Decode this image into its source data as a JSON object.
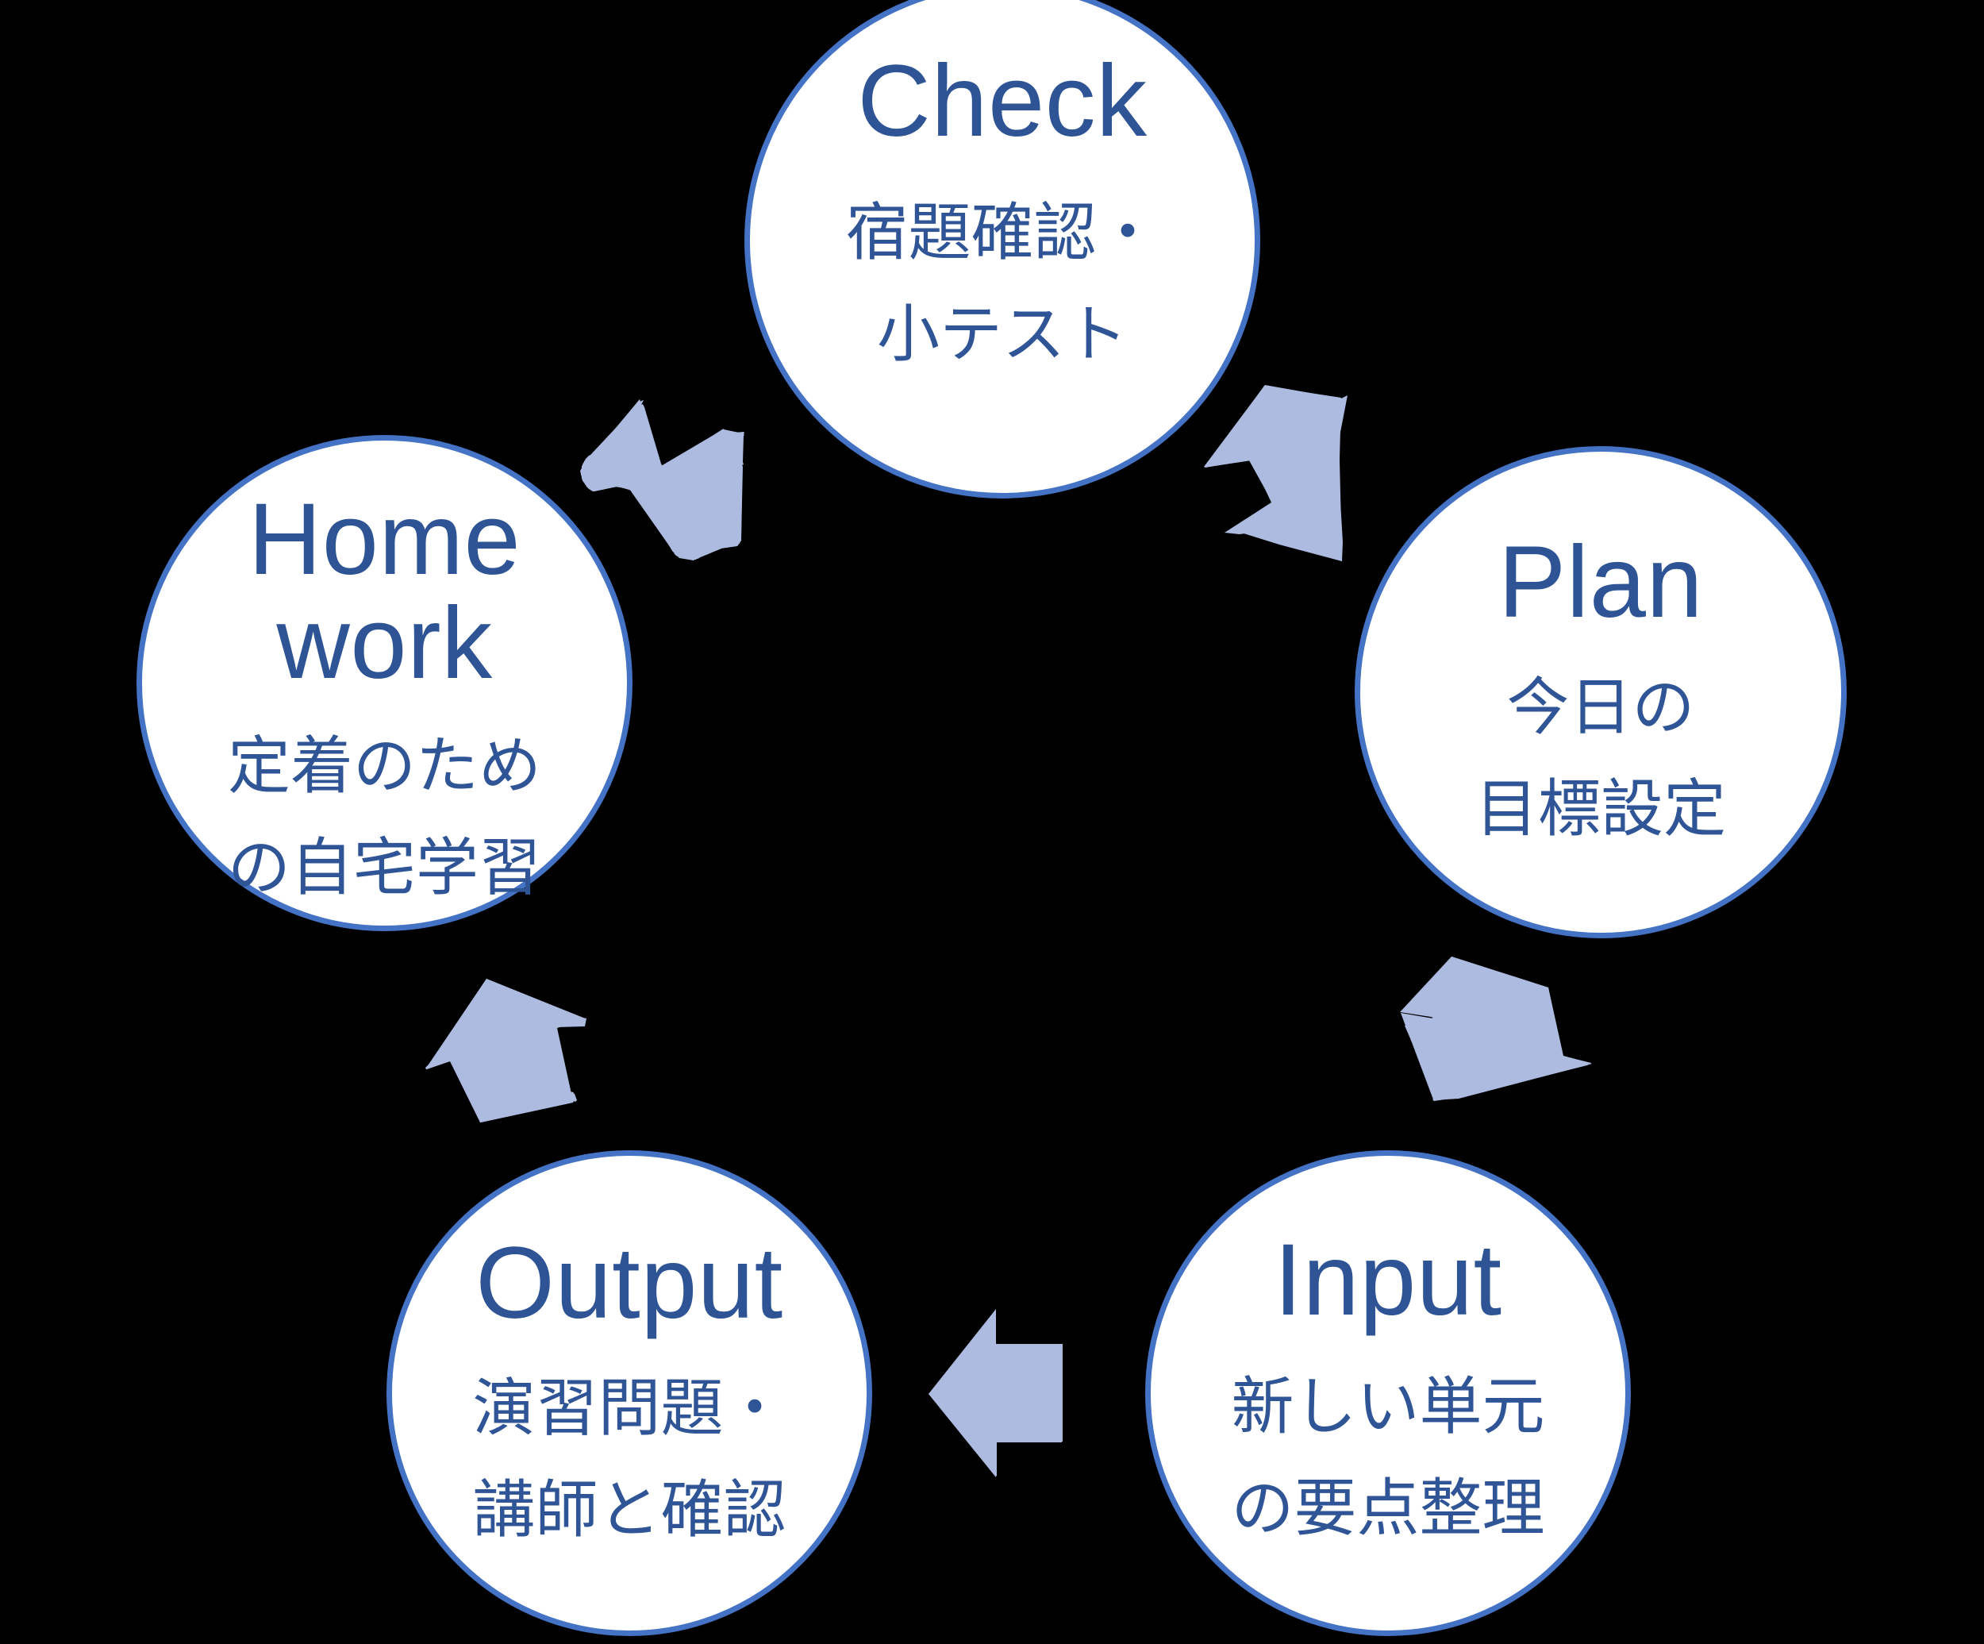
{
  "diagram": {
    "type": "cycle",
    "background_color": "#000000",
    "node_fill_color": "#ffffff",
    "node_border_color": "#4472c4",
    "title_text_color": "#2e5496",
    "subtitle_text_color": "#2f5597",
    "arrow_color": "#adbbe0",
    "direction": "clockwise",
    "nodes": [
      {
        "id": "check",
        "position": "top",
        "title": "Check",
        "subtitle": "宿題確認・\n小テスト",
        "subtitle_lines": [
          "宿題確認・",
          "小テスト"
        ]
      },
      {
        "id": "plan",
        "position": "right",
        "title": "Plan",
        "subtitle": "今日の\n目標設定",
        "subtitle_lines": [
          "今日の",
          "目標設定"
        ]
      },
      {
        "id": "input",
        "position": "bottom-right",
        "title": "Input",
        "subtitle": "新しい単元\nの要点整理",
        "subtitle_lines": [
          "新しい単元",
          "の要点整理"
        ]
      },
      {
        "id": "output",
        "position": "bottom-left",
        "title": "Output",
        "subtitle": "演習問題・\n講師と確認",
        "subtitle_lines": [
          "演習問題・",
          "講師と確認"
        ]
      },
      {
        "id": "homework",
        "position": "left",
        "title": "Home\nwork",
        "subtitle": "定着のため\nの自宅学習",
        "subtitle_lines": [
          "定着のため",
          "の自宅学習"
        ]
      }
    ],
    "arrows": [
      {
        "id": "check-to-plan",
        "from": "check",
        "to": "plan",
        "icon": "arrow-down-right-icon"
      },
      {
        "id": "plan-to-input",
        "from": "plan",
        "to": "input",
        "icon": "arrow-down-icon"
      },
      {
        "id": "input-to-output",
        "from": "input",
        "to": "output",
        "icon": "arrow-left-icon"
      },
      {
        "id": "output-to-homework",
        "from": "output",
        "to": "homework",
        "icon": "arrow-up-icon"
      },
      {
        "id": "homework-to-check",
        "from": "homework",
        "to": "check",
        "icon": "arrow-up-right-icon"
      }
    ]
  }
}
